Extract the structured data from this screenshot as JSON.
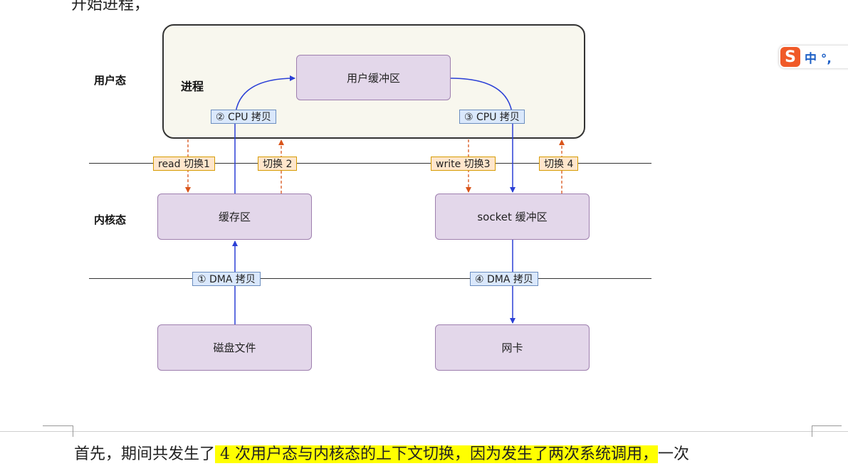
{
  "top_text": "开始进程，",
  "diagram": {
    "user_mode_label": "用户态",
    "kernel_mode_label": "内核态",
    "process_label": "进程",
    "boxes": {
      "user_buffer": "用户缓冲区",
      "kernel_cache": "缓存区",
      "socket_buffer": "socket 缓冲区",
      "disk_file": "磁盘文件",
      "nic": "网卡"
    },
    "tags": {
      "cpu_copy_1": "② CPU 拷贝",
      "cpu_copy_2": "③ CPU 拷贝",
      "read_switch": "read 切换1",
      "switch_2": "切换 2",
      "write_switch": "write 切换3",
      "switch_4": "切换 4",
      "dma_copy_1": "① DMA 拷贝",
      "dma_copy_2": "④ DMA 拷贝"
    },
    "colors": {
      "blue_arrow": "#2a3fd6",
      "orange_arrow": "#d9541a",
      "box_fill": "#e3d7ea",
      "box_border": "#9e7fae",
      "user_area_fill": "#f8f7ee"
    }
  },
  "ime": {
    "logo": "S",
    "text": "中 °,"
  },
  "body_text": {
    "prefix": "首先，期间共发生了",
    "highlight": " 4 次用户态与内核态的上下文切换，因为发生了两次系统调用，",
    "suffix": "一次"
  }
}
